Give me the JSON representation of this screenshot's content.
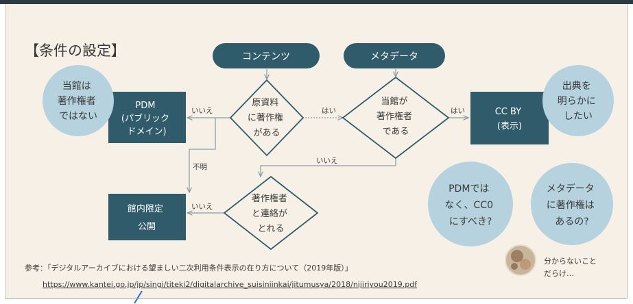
{
  "slide": {
    "title": "【条件の設定】",
    "colors": {
      "dark": "#2f5b6b",
      "light_blue": "#b5d2de",
      "background": "#f6f0e6",
      "text": "#3a3a3a",
      "arrow": "#8a9aa2"
    }
  },
  "pills": {
    "contents": "コンテンツ",
    "metadata": "メタデータ"
  },
  "decisions": {
    "source_copyright": [
      "原資料",
      "に著作権",
      "がある"
    ],
    "museum_holder": [
      "当館が",
      "著作権者",
      "である"
    ],
    "contact_holder": [
      "著作権者",
      "と連絡が",
      "とれる"
    ]
  },
  "outcomes": {
    "pdm": [
      "PDM",
      "(パブリック",
      "ドメイン)"
    ],
    "ccby": [
      "CC BY",
      "(表示)"
    ],
    "internal": [
      "館内限定",
      "公開"
    ]
  },
  "bubbles": {
    "not_holder": [
      "当館は",
      "著作権者",
      "ではない"
    ],
    "attribution": [
      "出典を",
      "明らかに",
      "したい"
    ],
    "cc0": [
      "PDMでは",
      "なく、CC0",
      "にすべき?"
    ],
    "metadata_q": [
      "メタデータ",
      "に著作権は",
      "あるの?"
    ]
  },
  "edges": {
    "pdm_no": "いいえ",
    "src_yes": "はい",
    "holder_yes": "はい",
    "holder_no": "いいえ",
    "unknown": "不明",
    "contact_no": "いいえ"
  },
  "avatar_caption": [
    "分からないこと",
    "だらけ…"
  ],
  "reference": {
    "line1": "参考：「デジタルアーカイブにおける望ましい二次利用条件表示の在り方について（2019年版）」",
    "line2": "https://www.kantei.go.jp/jp/singi/titeki2/digitalarchive_suisiniinkai/jitumusya/2018/nijiriyou2019.pdf"
  }
}
